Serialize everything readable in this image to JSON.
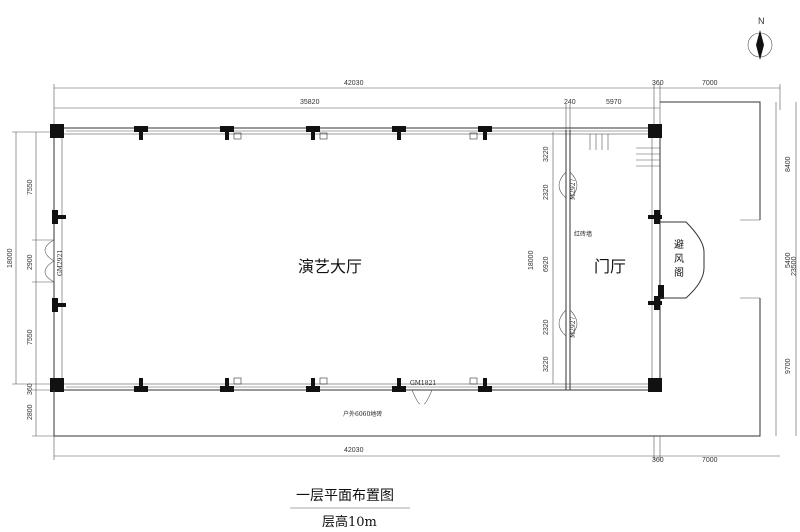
{
  "compass": {
    "label": "N"
  },
  "dimensions": {
    "top_total": "42030",
    "top_gap": "360",
    "top_right": "7000",
    "top_inner": "35820",
    "top_240": "240",
    "top_5970": "5970",
    "left_7550_top": "7550",
    "left_18000": "18000",
    "left_2900": "2900",
    "left_7550_bottom": "7550",
    "left_360": "360",
    "left_2800": "2800",
    "mid_3220_top": "3220",
    "mid_2320_top": "2320",
    "mid_6920": "6920",
    "mid_2320_bottom": "2320",
    "mid_3220_bottom": "3220",
    "mid_18000": "18000",
    "right_8400": "8400",
    "right_5400": "5400",
    "right_9700": "9700",
    "right_23500": "23500",
    "bottom_total": "42030",
    "bottom_gap": "360",
    "bottom_right": "7000"
  },
  "rooms": {
    "hall": "演艺大厅",
    "lobby": "门厅",
    "vestibule": "避\n风\n阁"
  },
  "labels": {
    "door_left": "GM2921",
    "door_bottom": "GM1821",
    "door_mid_top": "M2927",
    "door_mid_bottom": "M2927",
    "wall_mid": "红砖墙",
    "outdoor_paving": "户外6060地砖"
  },
  "title": {
    "plan_name": "一层平面布置图",
    "floor_height": "层高10m"
  }
}
